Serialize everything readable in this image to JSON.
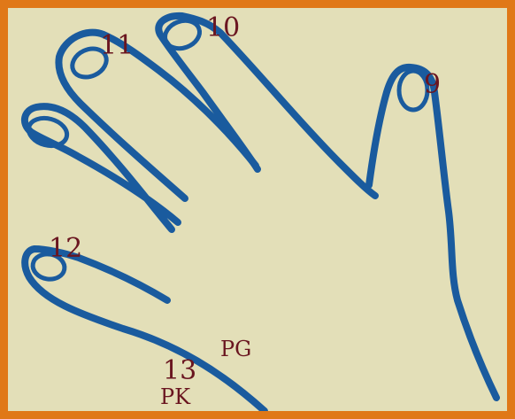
{
  "labels": {
    "point_9": "9",
    "point_10": "10",
    "point_11": "11",
    "point_12": "12",
    "point_13": "13",
    "pg": "PG",
    "pk": "PK"
  },
  "colors": {
    "frame_border": "#e07818",
    "background": "#e3dfb8",
    "hand_outline": "#1a5b9e",
    "label_text": "#6a1620"
  }
}
